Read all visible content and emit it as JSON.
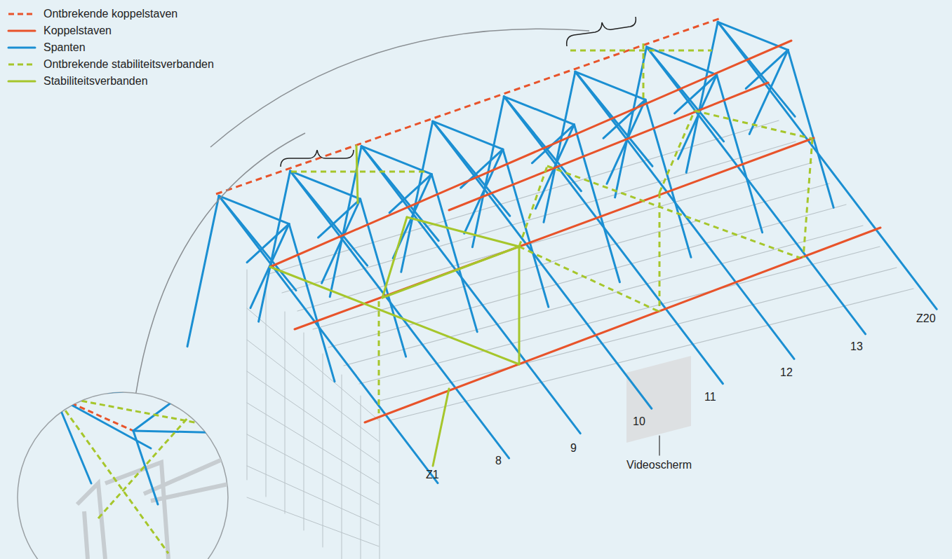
{
  "diagram": {
    "labels": [
      "Z1",
      "8",
      "9",
      "10",
      "11",
      "12",
      "13",
      "Z20",
      "Videoscherm"
    ],
    "legend": [
      {
        "text": "Ontbrekende koppelstaven"
      },
      {
        "text": "Koppelstaven"
      },
      {
        "text": "Spanten"
      },
      {
        "text": "Ontbrekende stabiliteitsverbanden"
      },
      {
        "text": "Stabiliteitsverbanden"
      }
    ]
  }
}
